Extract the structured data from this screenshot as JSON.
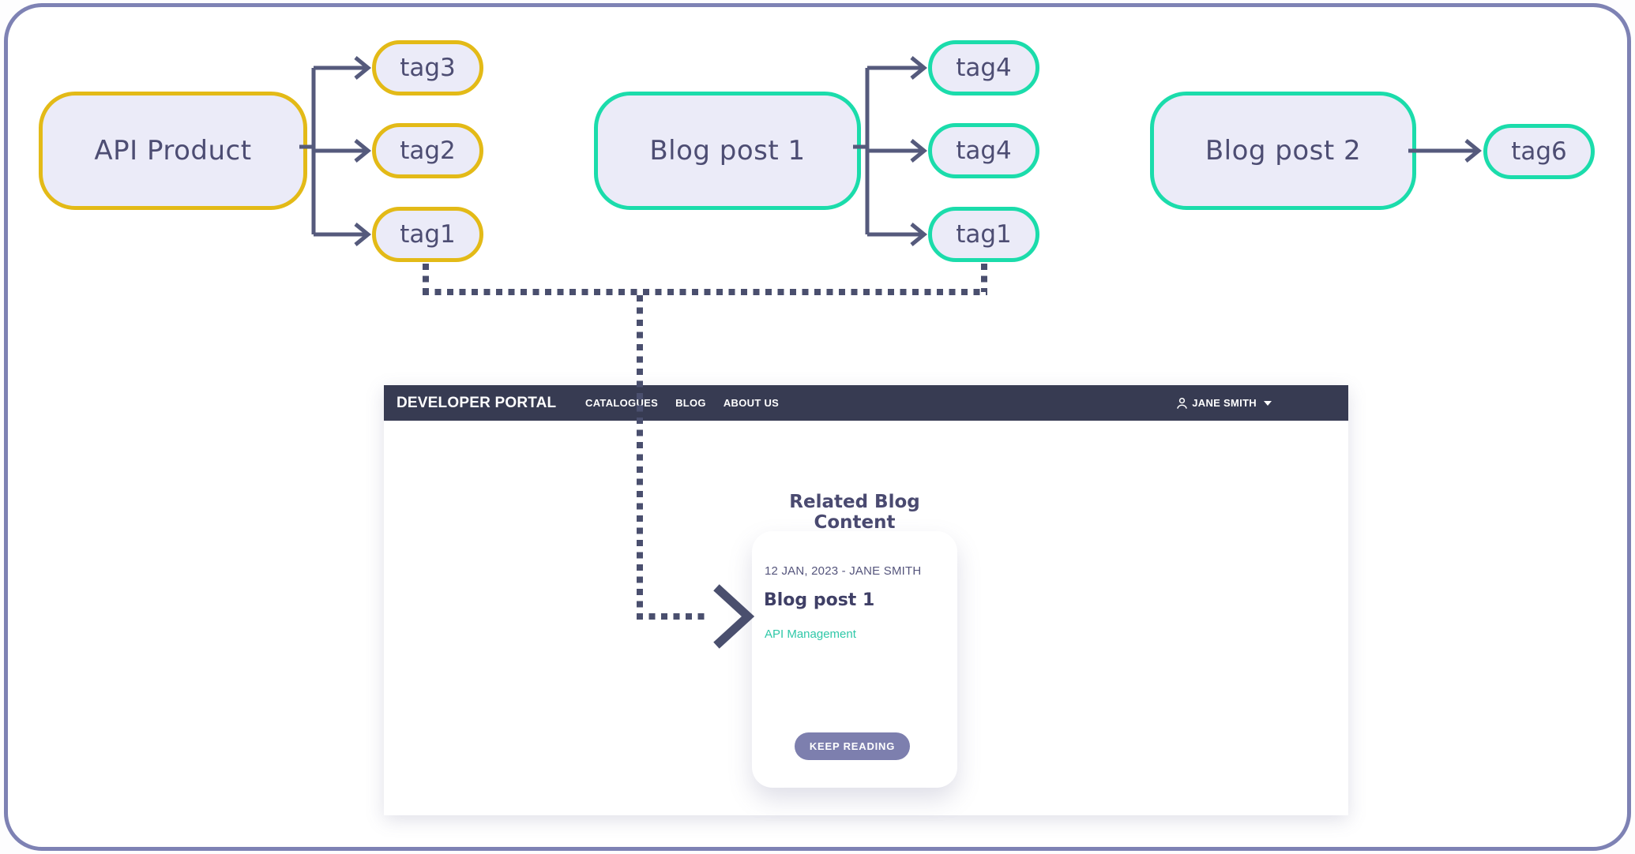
{
  "diagram": {
    "api_product": {
      "label": "API Product",
      "tags": [
        "tag3",
        "tag2",
        "tag1"
      ]
    },
    "blog_post_1": {
      "label": "Blog post 1",
      "tags": [
        "tag4",
        "tag4",
        "tag1"
      ]
    },
    "blog_post_2": {
      "label": "Blog post 2",
      "tags": [
        "tag6"
      ]
    }
  },
  "portal": {
    "brand": "DEVELOPER PORTAL",
    "nav": [
      "CATALOGUES",
      "BLOG",
      "ABOUT US"
    ],
    "user": {
      "name": "JANE SMITH"
    },
    "heading": "Related Blog Content",
    "card": {
      "meta": "12 JAN, 2023 - JANE SMITH",
      "title": "Blog post 1",
      "category": "API Management",
      "cta": "KEEP READING"
    }
  },
  "colors": {
    "frame_border": "#7e82b4",
    "node_fill": "#ebebf8",
    "yellow_accent": "#e3ba17",
    "teal_accent": "#1bdcab",
    "connector": "#555a7c",
    "dotted_connector": "#4a4f6e",
    "node_text": "#4d4d73",
    "navbar_bg": "#373b52",
    "category_link": "#2fc8a8",
    "button_bg": "#7d7fae"
  }
}
